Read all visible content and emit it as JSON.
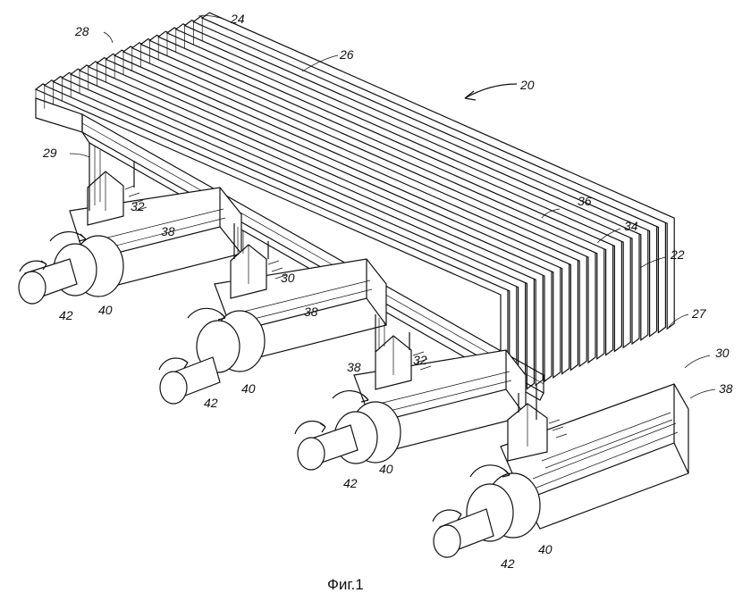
{
  "figure": {
    "caption": "Фиг.1",
    "labels": {
      "l24": "24",
      "l28": "28",
      "l26": "26",
      "l20": "20",
      "l29": "29",
      "l32a": "32",
      "l38a": "38",
      "l30a": "30",
      "l38b": "38",
      "l42a": "42",
      "l40a": "40",
      "l36": "36",
      "l34": "34",
      "l22": "22",
      "l27": "27",
      "l30b": "30",
      "l38c": "38",
      "l38d": "38",
      "l32b": "32",
      "l42b": "42",
      "l40b": "40",
      "l42c": "42",
      "l40c": "40",
      "l42d": "42",
      "l40d": "40"
    }
  }
}
